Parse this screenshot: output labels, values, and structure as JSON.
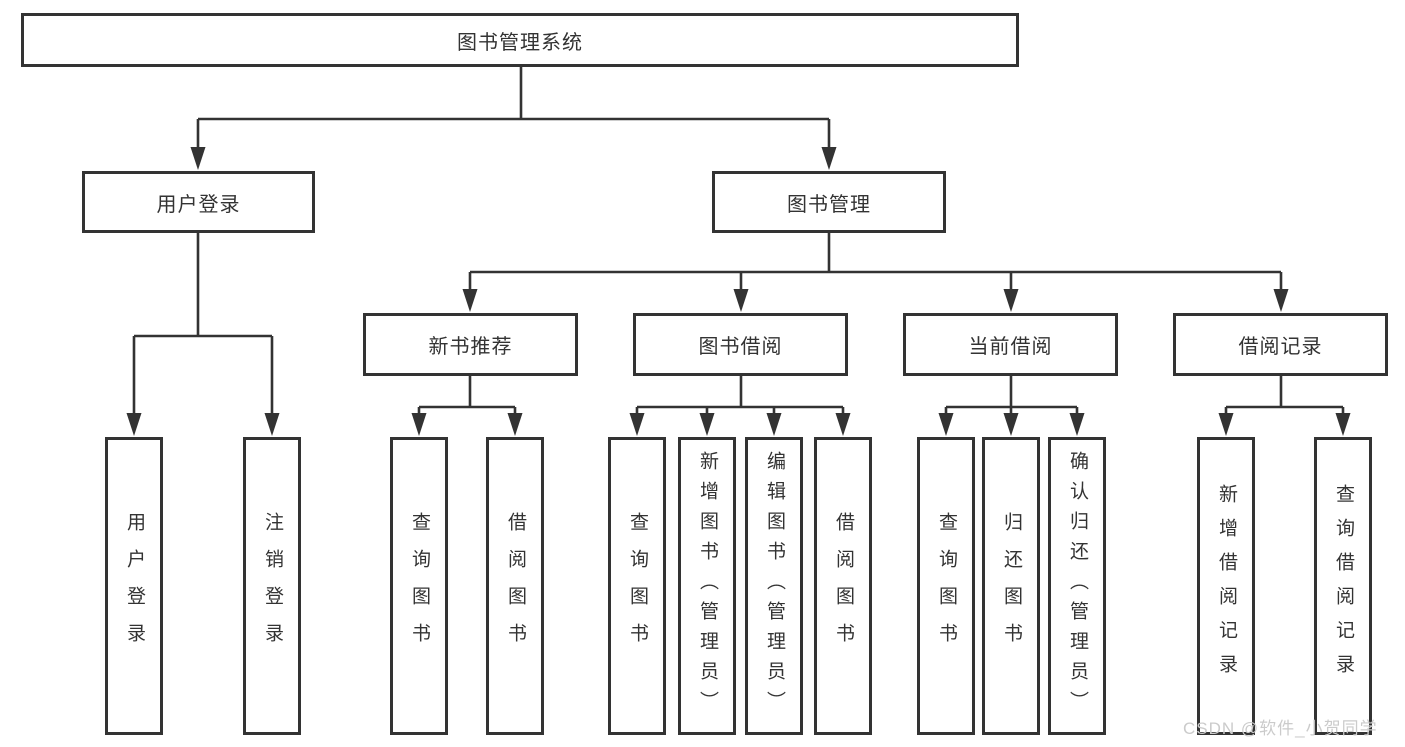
{
  "colors": {
    "line": "#333333",
    "text": "#333333",
    "background": "#ffffff",
    "watermark": "#cbcbcb"
  },
  "watermark": "CSDN @软件_小贺同学",
  "root": {
    "label": "图书管理系统"
  },
  "user_login": {
    "label": "用户登录",
    "children": [
      {
        "label": "用户登录"
      },
      {
        "label": "注销登录"
      }
    ]
  },
  "book_mgmt": {
    "label": "图书管理",
    "groups": [
      {
        "label": "新书推荐",
        "children": [
          {
            "label": "查询图书"
          },
          {
            "label": "借阅图书"
          }
        ]
      },
      {
        "label": "图书借阅",
        "children": [
          {
            "label": "查询图书"
          },
          {
            "label": "新增图书（管理员）"
          },
          {
            "label": "编辑图书（管理员）"
          },
          {
            "label": "借阅图书"
          }
        ]
      },
      {
        "label": "当前借阅",
        "children": [
          {
            "label": "查询图书"
          },
          {
            "label": "归还图书"
          },
          {
            "label": "确认归还（管理员）"
          }
        ]
      },
      {
        "label": "借阅记录",
        "children": [
          {
            "label": "新增借阅记录"
          },
          {
            "label": "查询借阅记录"
          }
        ]
      }
    ]
  }
}
